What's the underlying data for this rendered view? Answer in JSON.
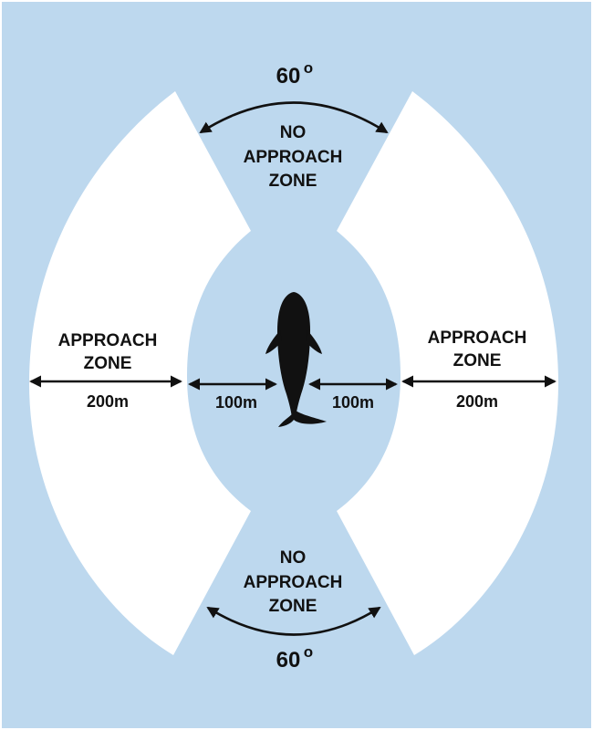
{
  "colors": {
    "water": "#bdd8ee",
    "zone": "#ffffff",
    "ink": "#111111"
  },
  "top_no_approach": {
    "line1": "NO",
    "line2": "APPROACH",
    "line3": "ZONE"
  },
  "bottom_no_approach": {
    "line1": "NO",
    "line2": "APPROACH",
    "line3": "ZONE"
  },
  "left_approach": {
    "line1": "APPROACH",
    "line2": "ZONE",
    "distance": "200m"
  },
  "right_approach": {
    "line1": "APPROACH",
    "line2": "ZONE",
    "distance": "200m"
  },
  "inner_left_distance": "100m",
  "inner_right_distance": "100m",
  "top_angle": {
    "value": "60",
    "symbol": "o"
  },
  "bottom_angle": {
    "value": "60",
    "symbol": "o"
  },
  "icons": {
    "whale": "whale-icon"
  }
}
